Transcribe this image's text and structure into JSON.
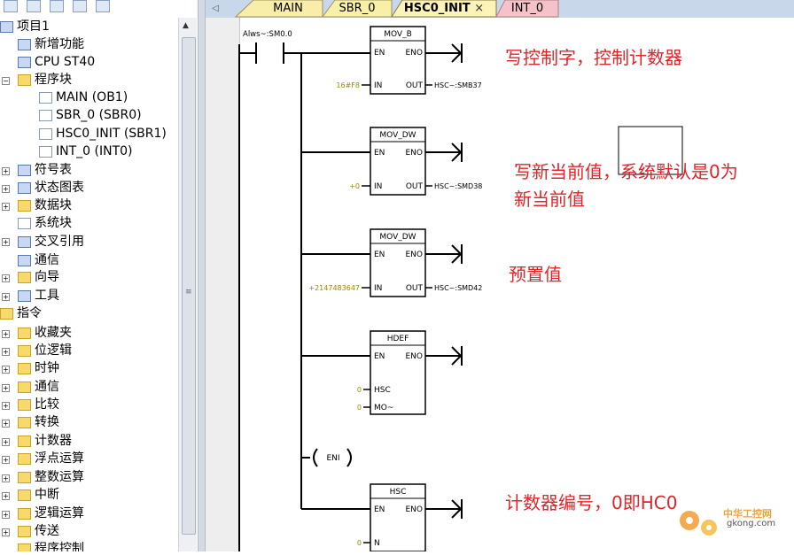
{
  "tree": {
    "items": [
      {
        "label": "项目1"
      },
      {
        "label": "新增功能"
      },
      {
        "label": "CPU ST40"
      },
      {
        "label": "程序块"
      },
      {
        "label": "MAIN (OB1)"
      },
      {
        "label": "SBR_0 (SBR0)"
      },
      {
        "label": "HSC0_INIT (SBR1)"
      },
      {
        "label": "INT_0 (INT0)"
      },
      {
        "label": "符号表"
      },
      {
        "label": "状态图表"
      },
      {
        "label": "数据块"
      },
      {
        "label": "系统块"
      },
      {
        "label": "交叉引用"
      },
      {
        "label": "通信"
      },
      {
        "label": "向导"
      },
      {
        "label": "工具"
      },
      {
        "label": "指令"
      },
      {
        "label": "收藏夹"
      },
      {
        "label": "位逻辑"
      },
      {
        "label": "时钟"
      },
      {
        "label": "通信"
      },
      {
        "label": "比较"
      },
      {
        "label": "转换"
      },
      {
        "label": "计数器"
      },
      {
        "label": "浮点运算"
      },
      {
        "label": "整数运算"
      },
      {
        "label": "中断"
      },
      {
        "label": "逻辑运算"
      },
      {
        "label": "传送"
      },
      {
        "label": "程序控制"
      }
    ]
  },
  "tabs": [
    {
      "label": "MAIN"
    },
    {
      "label": "SBR_0"
    },
    {
      "label": "HSC0_INIT",
      "close": "×"
    },
    {
      "label": "INT_0"
    }
  ],
  "ladder": {
    "contact_label": "Alws~:SM0.0",
    "boxes": [
      {
        "title": "MOV_B",
        "en": "EN",
        "eno": "ENO",
        "in_label": "IN",
        "out_label": "OUT",
        "in_value": "16#F8",
        "out_value": "HSC~:SMB37"
      },
      {
        "title": "MOV_DW",
        "en": "EN",
        "eno": "ENO",
        "in_label": "IN",
        "out_label": "OUT",
        "in_value": "+0",
        "out_value": "HSC~:SMD38"
      },
      {
        "title": "MOV_DW",
        "en": "EN",
        "eno": "ENO",
        "in_label": "IN",
        "out_label": "OUT",
        "in_value": "+2147483647",
        "out_value": "HSC~:SMD42"
      },
      {
        "title": "HDEF",
        "en": "EN",
        "eno": "ENO",
        "pin1": "HSC",
        "pin1_value": "0",
        "pin2": "MO~",
        "pin2_value": "0"
      },
      {
        "title": "HSC",
        "en": "EN",
        "eno": "ENO",
        "pin1": "N",
        "pin1_value": "0"
      }
    ],
    "eni_label": "ENI"
  },
  "notes": [
    {
      "text": "写控制字，控制计数器"
    },
    {
      "text": "写新当前值，系统默认是0为"
    },
    {
      "text": "新当前值"
    },
    {
      "text": "预置值"
    },
    {
      "text": "计数器编号，0即HC0"
    }
  ],
  "watermark": {
    "title": "中华工控网",
    "url": "gkong.com"
  },
  "colors": {
    "note": "#e0242a",
    "value": "#9a8a00",
    "tab_active": "#fbf3b8",
    "tab_sbr": "#f9f0a8",
    "tab_int": "#f4c2c8",
    "tab_main": "#f8eeaa"
  }
}
